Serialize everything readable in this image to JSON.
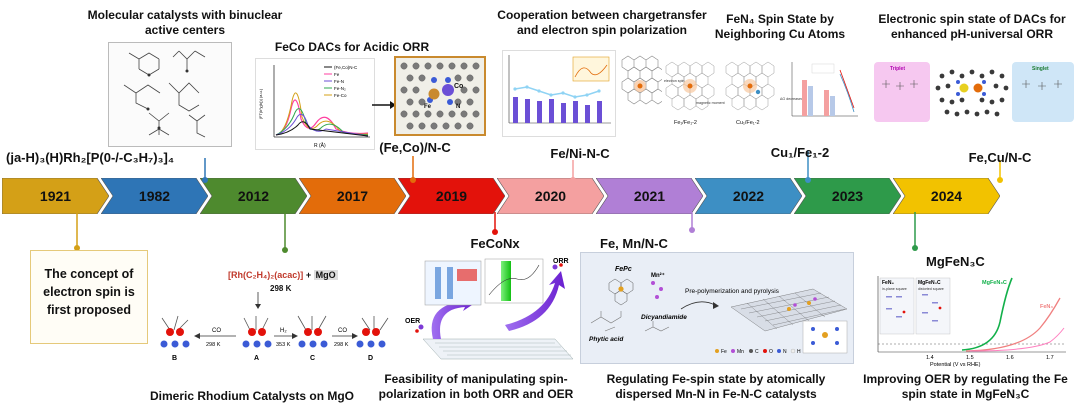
{
  "timeline": [
    {
      "year": "1921",
      "color": "#d4a017"
    },
    {
      "year": "1982",
      "color": "#2e75b6"
    },
    {
      "year": "2012",
      "color": "#4e8a2e"
    },
    {
      "year": "2017",
      "color": "#e36c0a"
    },
    {
      "year": "2019",
      "color": "#e3120b"
    },
    {
      "year": "2020",
      "color": "#f4a0a0"
    },
    {
      "year": "2021",
      "color": "#b07fd6"
    },
    {
      "year": "2022",
      "color": "#3d8fc4"
    },
    {
      "year": "2023",
      "color": "#2e9a4a"
    },
    {
      "year": "2024",
      "color": "#f2c200"
    }
  ],
  "top": {
    "e1982": {
      "title": "Molecular catalysts with binuclear active centers",
      "formula": "(ja-H)₃(H)Rh₂[P(0-/-C₃H₇)₃]₄"
    },
    "e2017": {
      "title": "FeCo DACs for Acidic ORR",
      "label": "(Fe,Co)/N-C",
      "plot": {
        "ylabel": "|FT(k³χ(k))| (a.u.)",
        "xlabel": "R (Å)",
        "legend": [
          "(Fe,Co)N-C",
          "Fe",
          "Fe-N",
          "Fe-N₂",
          "Fe-Co"
        ]
      },
      "atoms": [
        "Co",
        "Fe",
        "N"
      ]
    },
    "e2020": {
      "title": "Cooperation between chargetransfer and electron spin polarization",
      "label": "Fe/Ni-N-C"
    },
    "e2022": {
      "title": "FeN₄ Spin State by Neighboring Cu Atoms",
      "label": "Cu₁/Fe₁-2",
      "captions": [
        "Fe₁/Fe₁-2",
        "Cu₁/Fe₁-2"
      ],
      "spin": "electron spin",
      "moment": "magnetic moment",
      "annot": "ΔG decreased"
    },
    "e2024": {
      "title": "Electronic spin state of DACs for enhanced pH-universal ORR",
      "label": "Fe,Cu/N-C",
      "tags": [
        "Triplet",
        "Singlet"
      ]
    }
  },
  "bottom": {
    "e1921": {
      "text": "The concept of electron spin is first proposed"
    },
    "e2012": {
      "title": "Dimeric Rhodium Catalysts on MgO",
      "reagent1": "[Rh(C₂H₄)₂(acac)]",
      "plus": "+",
      "reagent2": "MgO",
      "temp": "298 K",
      "letters": [
        "B",
        "A",
        "C",
        "D"
      ],
      "steps": [
        "CO",
        "298 K",
        "H₂",
        "353 K",
        "CO",
        "298 K"
      ]
    },
    "e2019": {
      "label": "FeCoNx",
      "caption": "Feasibility of manipulating spin-polarization in both ORR and OER",
      "orr": "ORR",
      "oer": "OER"
    },
    "e2021": {
      "label": "Fe, Mn/N-C",
      "caption": "Regulating Fe-spin state by atomically dispersed Mn-N in Fe-N-C catalysts",
      "fepc": "FePc",
      "mn": "Mn²⁺",
      "pre": "Pre-polymerization and pyrolysis",
      "phytic": "Phytic acid",
      "dicy": "Dicyandiamide",
      "legend": [
        "Fe",
        "Mn",
        "C",
        "O",
        "N",
        "H"
      ]
    },
    "e2023": {
      "label": "MgFeN₃C",
      "caption": "Improving OER by regulating the Fe spin state in MgFeN₃C",
      "boxes": [
        "FeN₄",
        "MgFeN₃C"
      ],
      "sub": [
        "in-plane square",
        "distorted square"
      ],
      "series": [
        "MgFeN₃C",
        "FeN₄"
      ],
      "xlabel": "Potential (V vs RHE)",
      "xticks": [
        "1.4",
        "1.5",
        "1.6",
        "1.7"
      ]
    }
  }
}
